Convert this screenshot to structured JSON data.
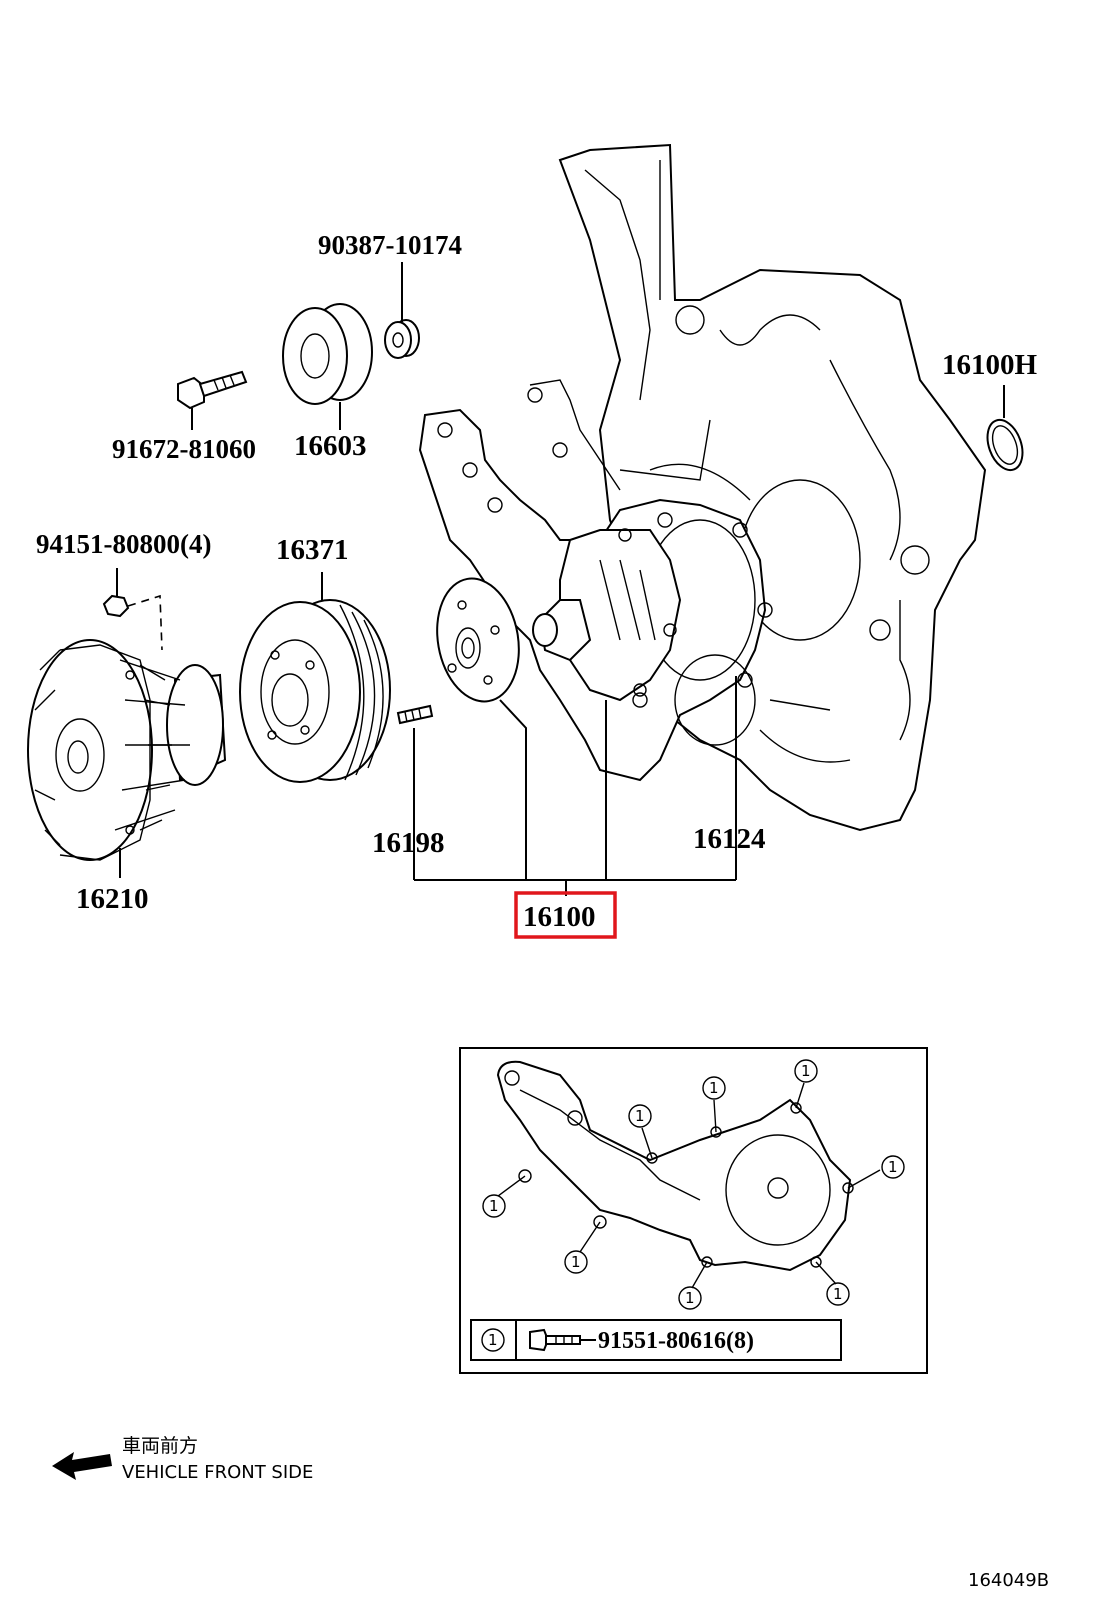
{
  "parts": {
    "idler_collar": "90387-10174",
    "idler_pulley": "16603",
    "idler_bolt": "91672-81060",
    "timing_cover_seal": "16100H",
    "fan_nut": "94151-80800(4)",
    "fan_pulley": "16371",
    "fluid_coupling": "16210",
    "stud": "16198",
    "pump_gasket": "16124",
    "water_pump_assy": "16100"
  },
  "inset": {
    "marker": "1",
    "bolt_part": "91551-80616(8)"
  },
  "direction": {
    "japanese": "車両前方",
    "english": "VEHICLE FRONT SIDE"
  },
  "figure_code": "164049B",
  "colors": {
    "highlight": "#e0161b",
    "line": "#000000"
  }
}
